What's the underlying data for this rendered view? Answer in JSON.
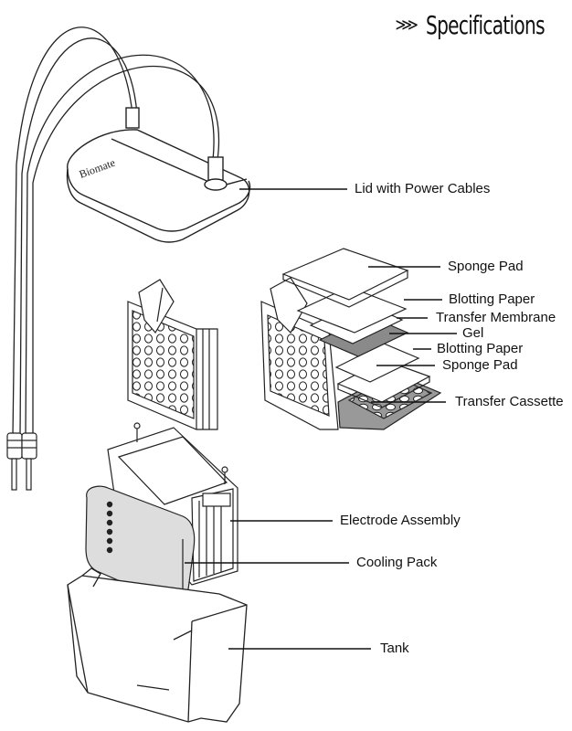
{
  "header": {
    "arrow": "⋙",
    "title": "Specifications"
  },
  "brand": "Biomate",
  "labels": {
    "lid": "Lid with Power Cables",
    "sponge_top": "Sponge Pad",
    "blotting_top": "Blotting Paper",
    "transfer_membrane": "Transfer Membrane",
    "gel": "Gel",
    "blotting_bottom": "Blotting Paper",
    "sponge_bottom": "Sponge Pad",
    "transfer_cassette": "Transfer Cassette",
    "electrode_assembly": "Electrode Assembly",
    "cooling_pack": "Cooling Pack",
    "tank": "Tank"
  }
}
